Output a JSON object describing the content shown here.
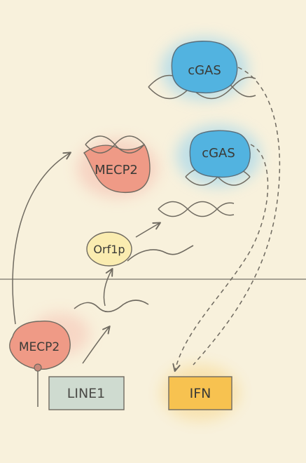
{
  "labels": {
    "cgas_top": "cGAS",
    "cgas_middle": "cGAS",
    "mecp2_top": "MECP2",
    "mecp2_bottom": "MECP2",
    "orf1p": "Orf1p",
    "line1": "LINE1",
    "ifn": "IFN"
  },
  "colors": {
    "paper": "#f8f1dc",
    "ink": "#6f6a60",
    "cgas_fill": "#52b3e0",
    "cgas_glow": "#8fd0f0",
    "mecp2_fill": "#ef9a86",
    "mecp2_glow": "#f5b0a4",
    "orf1p_fill": "#faecb0",
    "line1_fill": "#cfdbd0",
    "ifn_fill": "#f7c250",
    "ifn_glow": "#f7d27a"
  }
}
